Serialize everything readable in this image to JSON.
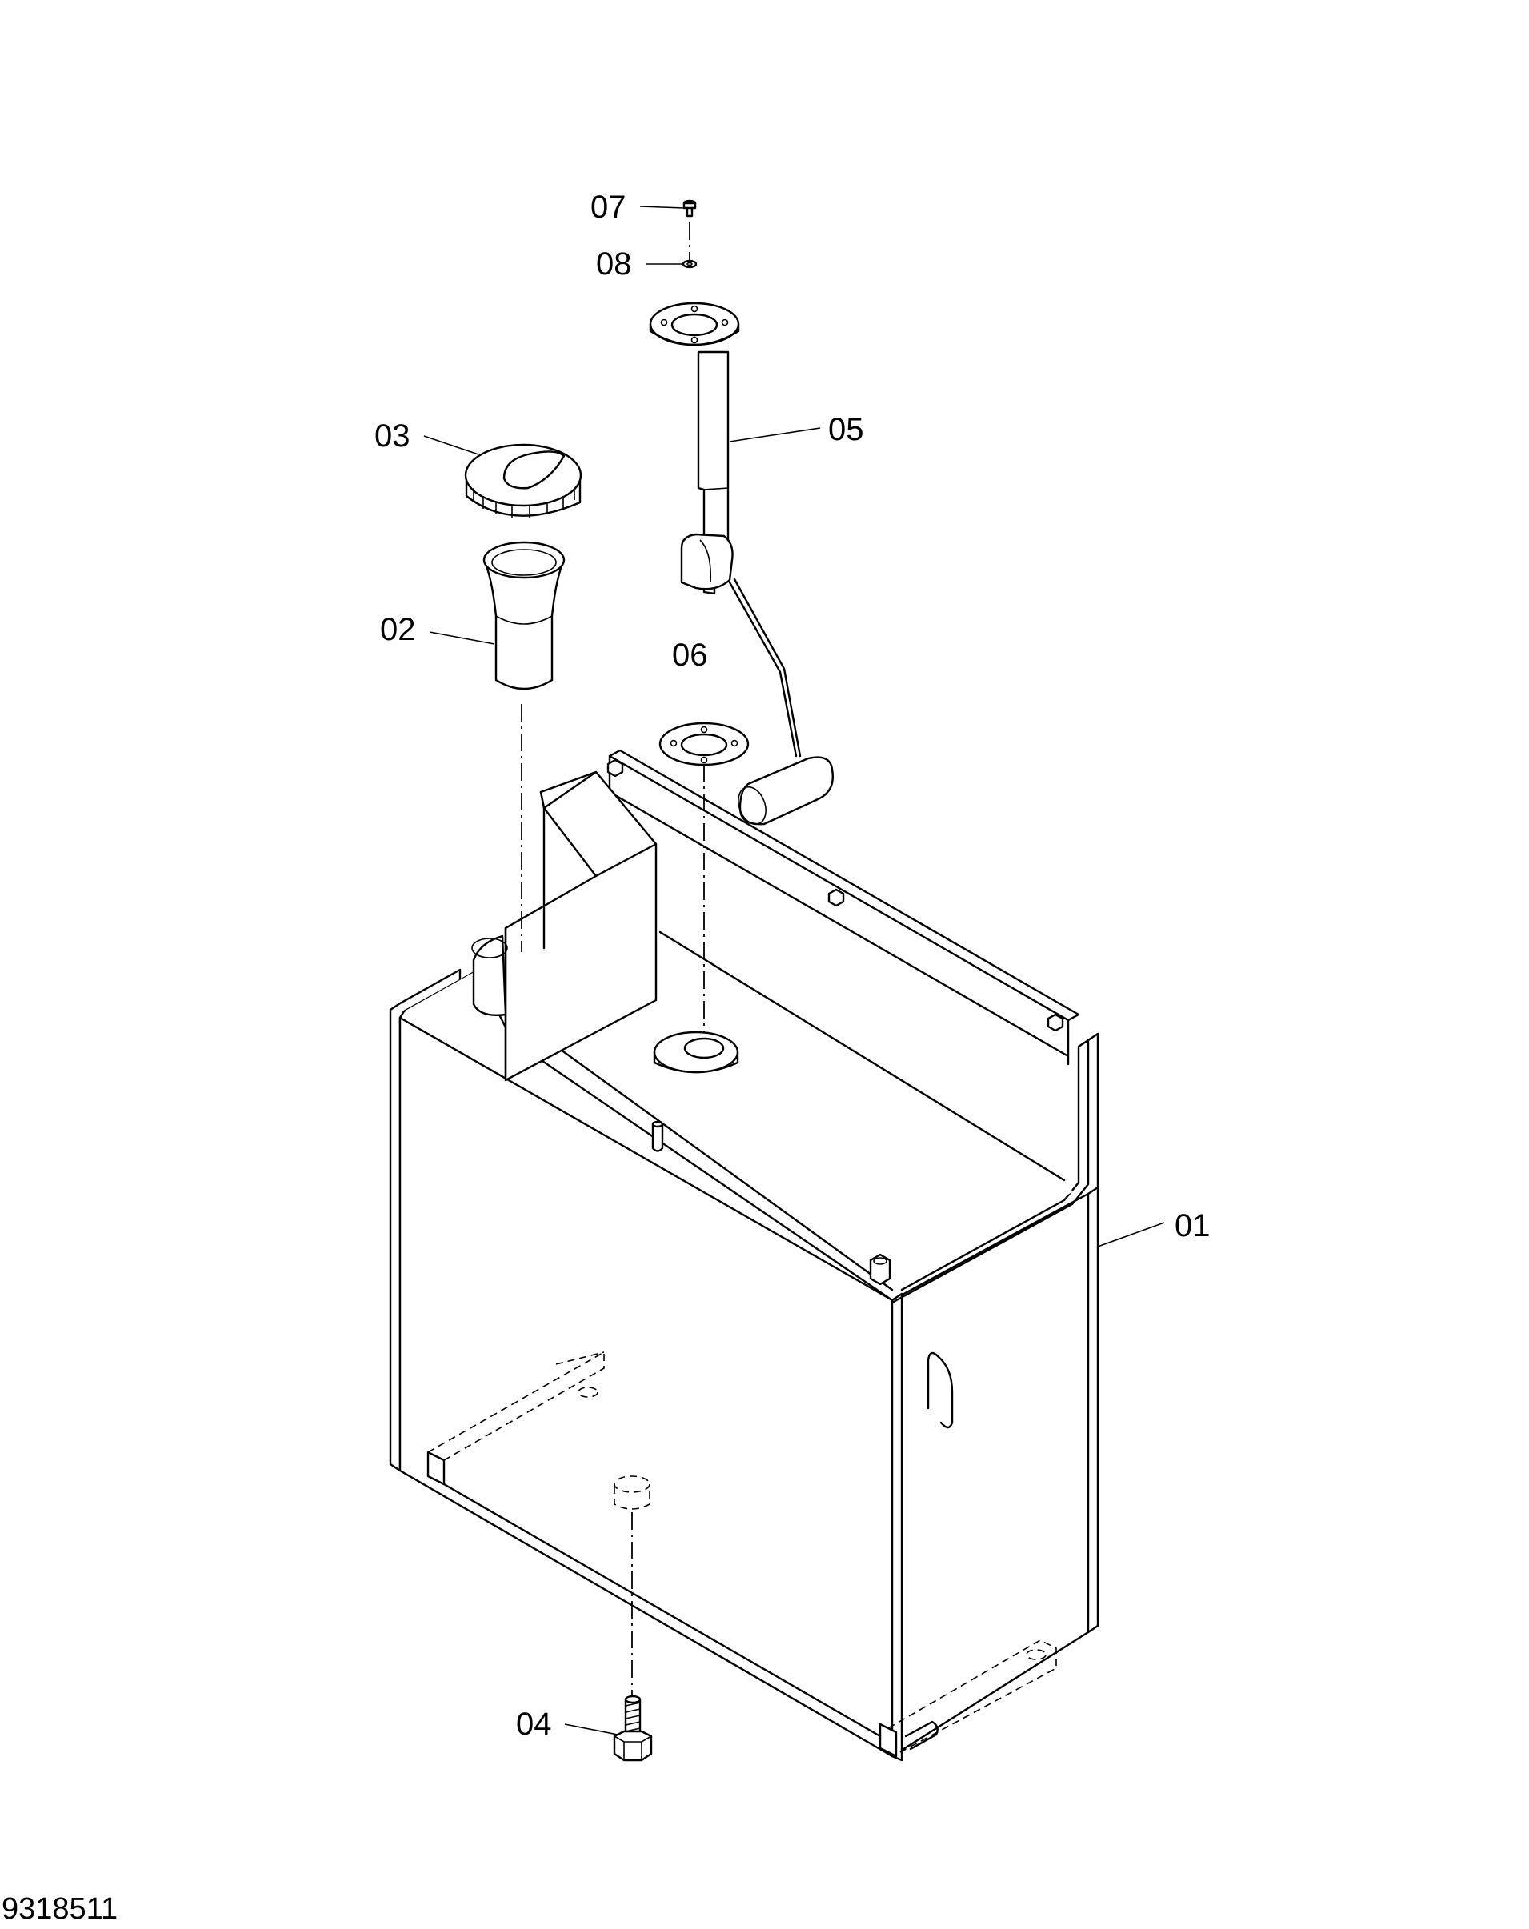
{
  "diagram": {
    "callouts": {
      "c01": "01",
      "c02": "02",
      "c03": "03",
      "c04": "04",
      "c05": "05",
      "c06": "06",
      "c07": "07",
      "c08": "08"
    },
    "document_number": "9318511"
  }
}
